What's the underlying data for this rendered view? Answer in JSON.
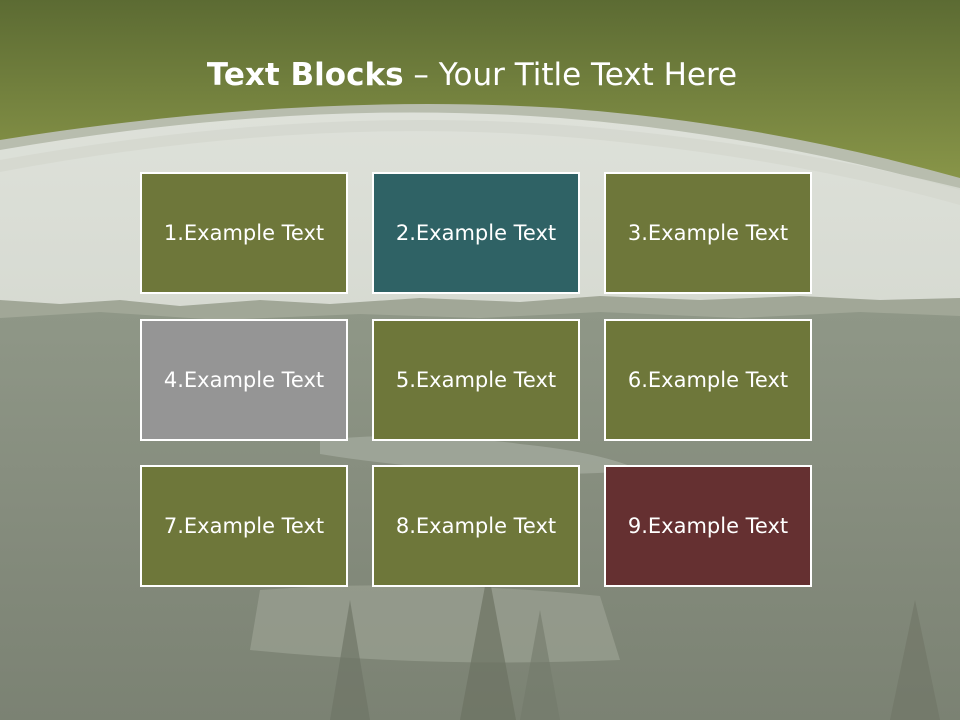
{
  "slide": {
    "title_bold": "Text Blocks",
    "title_dash": " – ",
    "title_rest": "Your Title Text Here"
  },
  "colors": {
    "olive": "#6e773a",
    "teal": "#2f6265",
    "gray": "#959595",
    "maroon": "#653031",
    "header_dark": "#5c6b33",
    "header_light": "#889548"
  },
  "blocks": [
    {
      "label": "1.Example Text",
      "color": "#6e773a"
    },
    {
      "label": "2.Example Text",
      "color": "#2f6265"
    },
    {
      "label": "3.Example Text",
      "color": "#6e773a"
    },
    {
      "label": "4.Example Text",
      "color": "#959595"
    },
    {
      "label": "5.Example Text",
      "color": "#6e773a"
    },
    {
      "label": "6.Example Text",
      "color": "#6e773a"
    },
    {
      "label": "7.Example Text",
      "color": "#6e773a"
    },
    {
      "label": "8.Example Text",
      "color": "#6e773a"
    },
    {
      "label": "9.Example Text",
      "color": "#653031"
    }
  ]
}
